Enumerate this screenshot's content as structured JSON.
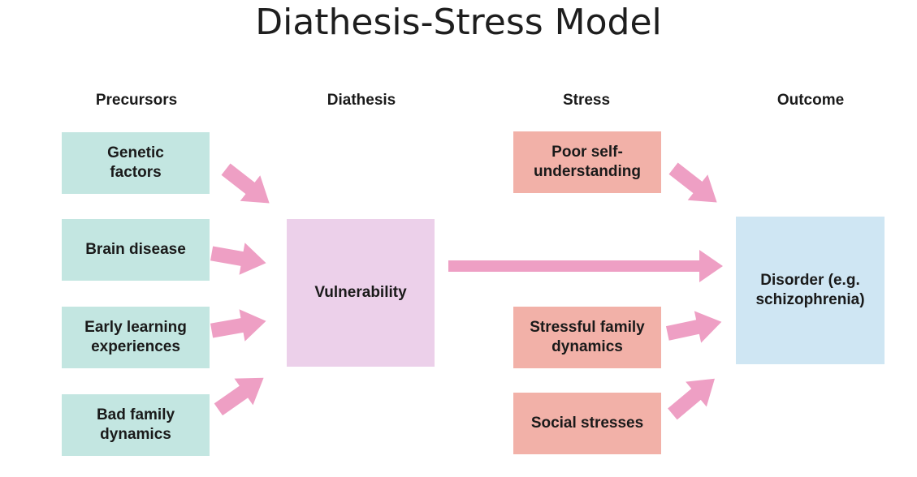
{
  "title": "Diathesis-Stress Model",
  "headers": {
    "precursors": "Precursors",
    "diathesis": "Diathesis",
    "stress": "Stress",
    "outcome": "Outcome"
  },
  "precursors": [
    "Genetic\nfactors",
    "Brain disease",
    "Early learning\nexperiences",
    "Bad family\ndynamics"
  ],
  "diathesis": "Vulnerability",
  "stresses": [
    "Poor self-\nunderstanding",
    "Stressful family\ndynamics",
    "Social stresses"
  ],
  "outcome": "Disorder (e.g.\nschizophrenia)",
  "colors": {
    "precursor_box": "#c3e6e1",
    "stress_box": "#f2b1a8",
    "vulnerability_box": "#ecd0ea",
    "outcome_box": "#cfe6f3",
    "arrow": "#ee9fc4"
  }
}
